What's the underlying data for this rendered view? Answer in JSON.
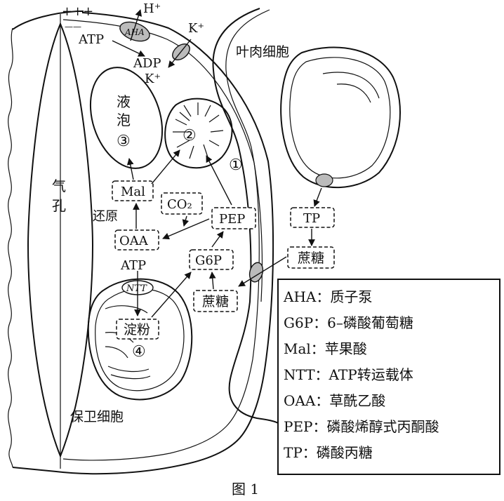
{
  "labels": {
    "charges": "+++",
    "minus": "——",
    "h_ion": "H⁺",
    "k_in": "K⁺",
    "k_out": "K⁺",
    "aha": "AHA",
    "atp_top": "ATP",
    "adp": "ADP",
    "mesophyll": "叶肉细胞",
    "vacuole_line1": "液",
    "vacuole_line2": "泡",
    "num_vacuole": "③",
    "num_mito": "②",
    "num_cytoplasm": "①",
    "stoma_line1": "气",
    "stoma_line2": "孔",
    "mal": "Mal",
    "co2": "CO₂",
    "huanyuan": "还原",
    "oaa": "OAA",
    "pep": "PEP",
    "g6p": "G6P",
    "atp_ntt": "ATP",
    "ntt": "NTT",
    "starch": "淀粉",
    "num_chloro": "④",
    "sucrose_left": "蔗糖",
    "tp": "TP",
    "sucrose_right": "蔗糖",
    "guard_cell": "保卫细胞",
    "figure_caption": "图 1"
  },
  "legend": [
    {
      "abbr": "AHA",
      "meaning": "质子泵"
    },
    {
      "abbr": "G6P",
      "meaning": "6–磷酸葡萄糖"
    },
    {
      "abbr": "Mal",
      "meaning": "苹果酸"
    },
    {
      "abbr": "NTT",
      "meaning": "ATP转运载体"
    },
    {
      "abbr": "OAA",
      "meaning": "草酰乙酸"
    },
    {
      "abbr": "PEP",
      "meaning": "磷酸烯醇式丙酮酸"
    },
    {
      "abbr": "TP",
      "meaning": "磷酸丙糖"
    }
  ]
}
